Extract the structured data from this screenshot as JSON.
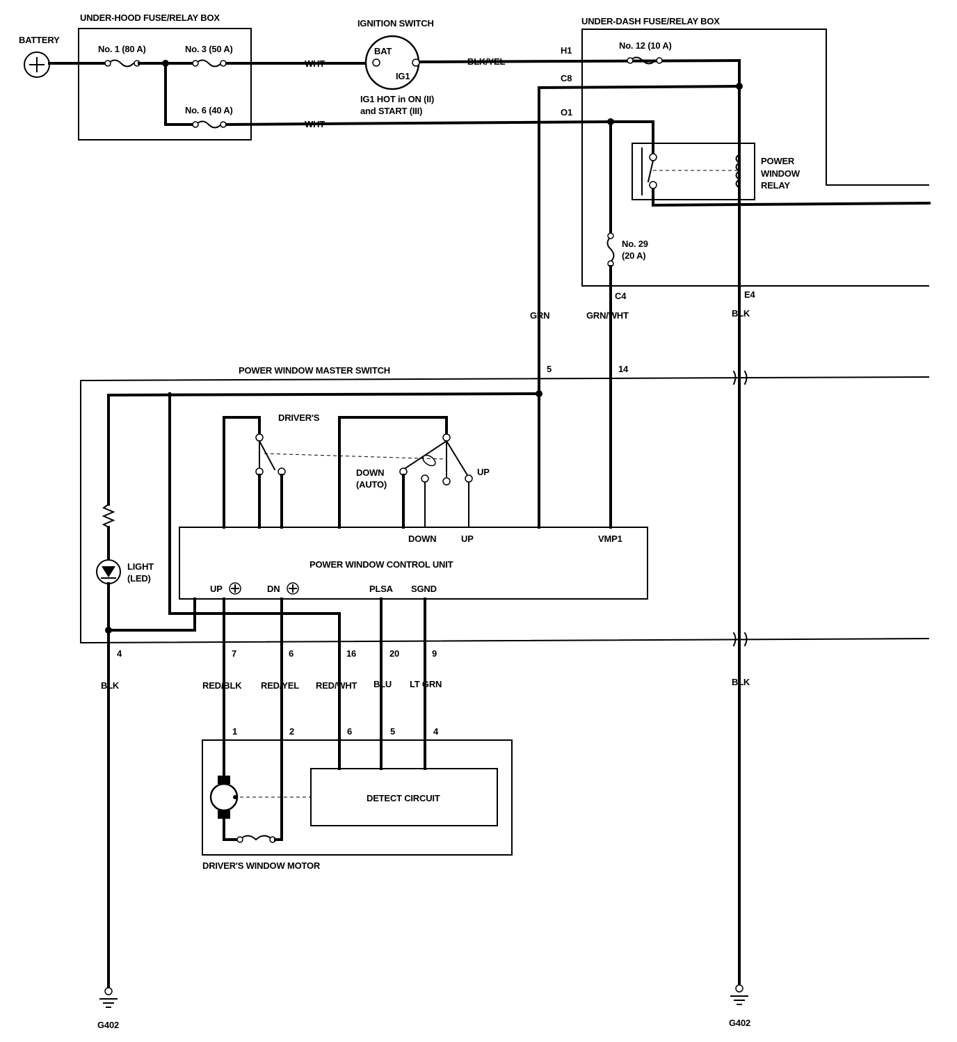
{
  "battery": {
    "label": "BATTERY"
  },
  "under_hood_box": {
    "title": "UNDER-HOOD FUSE/RELAY BOX",
    "fuse1": "No. 1 (80 A)",
    "fuse3": "No. 3 (50 A)",
    "fuse6": "No. 6 (40 A)"
  },
  "ignition_switch": {
    "title": "IGNITION SWITCH",
    "bat": "BAT",
    "ig1": "IG1",
    "note1": "IG1 HOT in ON (II)",
    "note2": "and START (III)"
  },
  "under_dash_box": {
    "title": "UNDER-DASH FUSE/RELAY BOX",
    "fuse12": "No. 12 (10 A)",
    "fuse29_a": "No. 29",
    "fuse29_b": "(20 A)",
    "relay_a": "POWER",
    "relay_b": "WINDOW",
    "relay_c": "RELAY",
    "pins": {
      "h1": "H1",
      "c8": "C8",
      "o1": "O1",
      "c4": "C4",
      "e4": "E4"
    }
  },
  "wires": {
    "wht1": "WHT",
    "wht2": "WHT",
    "blk_yel": "BLK/YEL",
    "grn": "GRN",
    "grn_wht": "GRN/WHT",
    "blk_right1": "BLK",
    "blk_right2": "BLK",
    "blk_left": "BLK",
    "red_blk": "RED/BLK",
    "red_yel": "RED/YEL",
    "red_wht": "RED/WHT",
    "blu": "BLU",
    "lt_grn": "LT GRN"
  },
  "master_switch": {
    "title": "POWER WINDOW MASTER SWITCH",
    "pin5": "5",
    "pin14": "14",
    "drivers": "DRIVER'S",
    "down_auto_a": "DOWN",
    "down_auto_b": "(AUTO)",
    "up": "UP",
    "light_a": "LIGHT",
    "light_b": "(LED)",
    "pins_bottom": {
      "p4": "4",
      "p7": "7",
      "p6": "6",
      "p16": "16",
      "p20": "20",
      "p9": "9"
    }
  },
  "control_unit": {
    "title": "POWER WINDOW CONTROL UNIT",
    "down": "DOWN",
    "up": "UP",
    "vmp1": "VMP1",
    "up_plus": "UP",
    "dn_plus": "DN",
    "plsa": "PLSA",
    "sgnd": "SGND"
  },
  "motor": {
    "title": "DRIVER'S WINDOW MOTOR",
    "detect": "DETECT CIRCUIT",
    "pins": {
      "p1": "1",
      "p2": "2",
      "p6": "6",
      "p5": "5",
      "p4": "4"
    }
  },
  "grounds": {
    "left": "G402",
    "right": "G402"
  }
}
